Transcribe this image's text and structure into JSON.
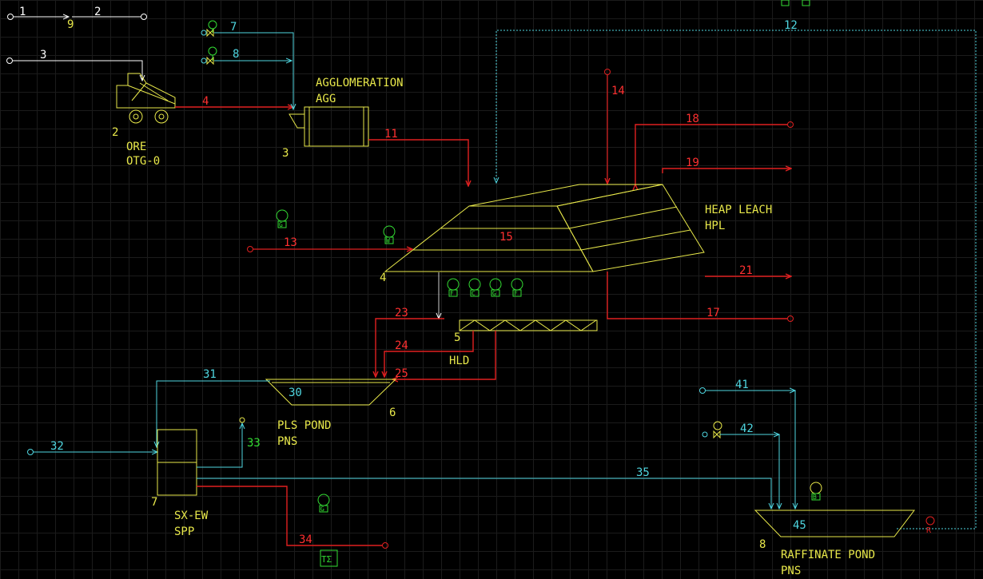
{
  "colors": {
    "background": "#000000",
    "grid": "#1b1b1b",
    "unit": "#e8e84a",
    "white_stream": "#ffffff",
    "cyan_stream": "#4fd6e0",
    "red_stream": "#e02020",
    "red_label": "#ff3030",
    "green_icon": "#33dd33"
  },
  "units": {
    "ore": {
      "number": "2",
      "name": "ORE",
      "code": "OTG-0"
    },
    "agglomeration": {
      "number": "3",
      "name": "AGGLOMERATION",
      "code": "AGG"
    },
    "heap_leach": {
      "number": "4",
      "name": "HEAP LEACH",
      "code": "HPL"
    },
    "hld": {
      "number": "5",
      "name": "HLD"
    },
    "pls_pond": {
      "number": "6",
      "name": "PLS POND",
      "code": "PNS"
    },
    "sx_ew": {
      "number": "7",
      "name": "SX-EW",
      "code": "SPP"
    },
    "raffinate_pond": {
      "number": "8",
      "name": "RAFFINATE POND",
      "code": "PNS"
    },
    "extra": {
      "label_9": "9"
    }
  },
  "streams": {
    "s1": "1",
    "s2": "2",
    "s3": "3",
    "s4": "4",
    "s7": "7",
    "s8": "8",
    "s11": "11",
    "s12": "12",
    "s13": "13",
    "s14": "14",
    "s15": "15",
    "s17": "17",
    "s18": "18",
    "s19": "19",
    "s21": "21",
    "s23": "23",
    "s24": "24",
    "s25": "25",
    "s30": "30",
    "s31": "31",
    "s32": "32",
    "s33": "33",
    "s34": "34",
    "s35": "35",
    "s41": "41",
    "s42": "42",
    "s45": "45"
  },
  "icons": {
    "gen_13": "G",
    "bulb_13": "W",
    "b1": "F",
    "b2": "C",
    "b3": "G",
    "b4": "F",
    "gen_34": "G",
    "sigma_box": "TΣ",
    "raff_bulb": "B",
    "raff_red": "R"
  }
}
